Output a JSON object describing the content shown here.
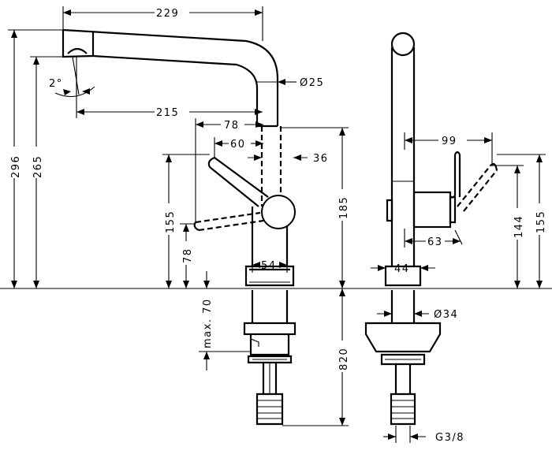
{
  "front_view": {
    "dim_229": "229",
    "dim_215": "215",
    "dim_diameter_25": "Ø25",
    "dim_78_top": "78",
    "dim_60": "60",
    "dim_36": "36",
    "dim_296": "296",
    "dim_265": "265",
    "dim_155": "155",
    "dim_78_left": "78",
    "dim_185": "185",
    "dim_54": "54",
    "dim_max_70": "max. 70",
    "dim_820": "820",
    "angle_2deg": "2°"
  },
  "side_view": {
    "dim_99": "99",
    "dim_63": "63",
    "dim_144": "144",
    "dim_155": "155",
    "dim_44": "44",
    "dim_diameter_34": "Ø34",
    "dim_g38": "G3/8"
  }
}
